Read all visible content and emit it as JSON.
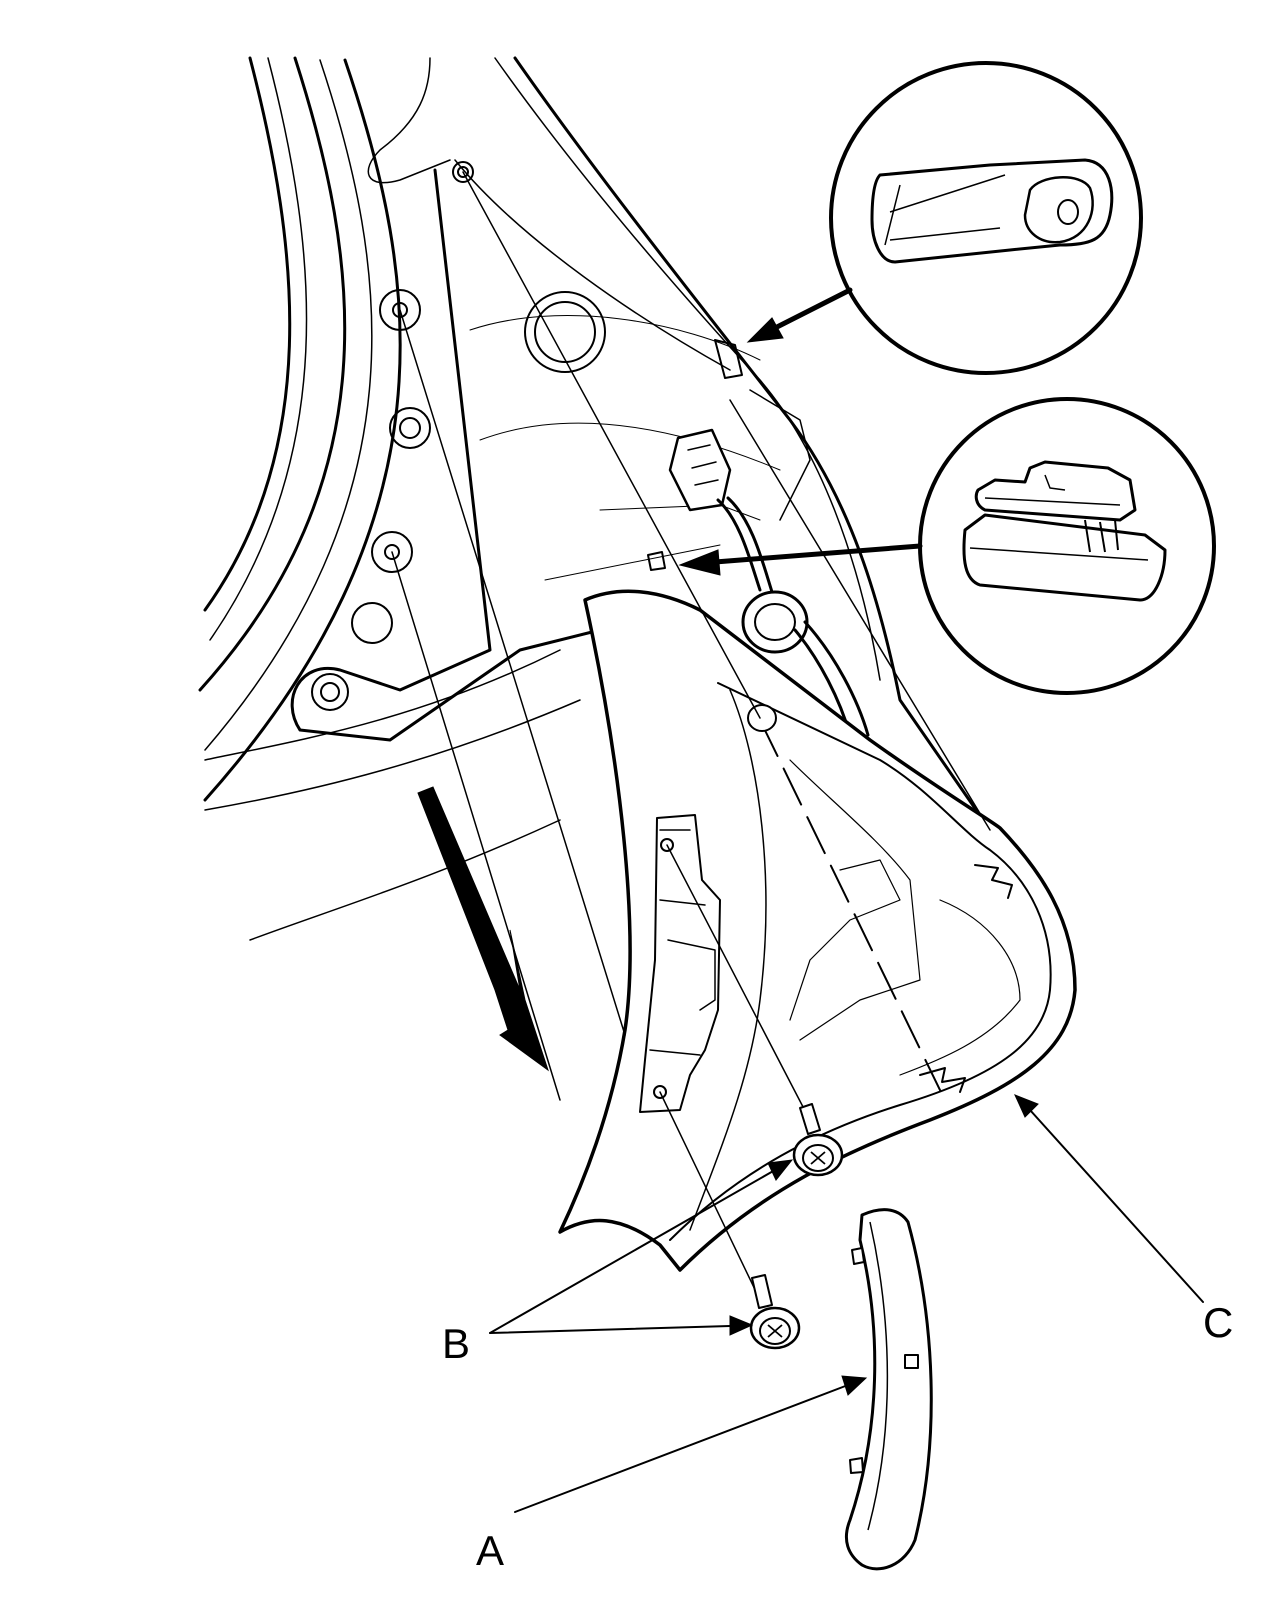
{
  "diagram": {
    "callouts": {
      "a": "A",
      "b": "B",
      "c": "C"
    },
    "colors": {
      "line": "#000000",
      "background": "#ffffff"
    }
  }
}
